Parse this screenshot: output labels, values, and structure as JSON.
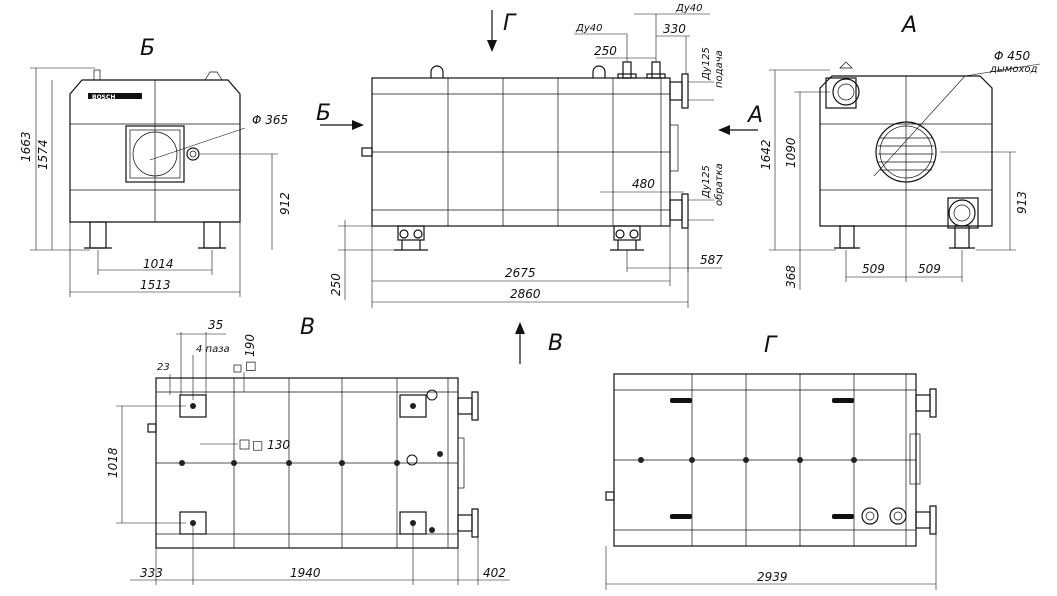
{
  "views": {
    "b": {
      "title": "Б",
      "dims": {
        "h_total": "1663",
        "h_body": "1574",
        "phi": "Φ 365",
        "h_axis": "912",
        "w_legs": "1014",
        "w_total": "1513"
      },
      "logo": "BOSCH"
    },
    "front": {
      "arrow_b": "Б",
      "arrow_g": "Г",
      "arrow_a": "А",
      "dims": {
        "du40_a": "Ду40",
        "du40_b": "Ду40",
        "d250": "250",
        "d330": "330",
        "du125_supply": "Ду125",
        "supply": "подача",
        "du125_return": "Ду125",
        "return": "обратка",
        "d480": "480",
        "d587": "587",
        "d250_h": "250",
        "d2675": "2675",
        "d2860": "2860"
      }
    },
    "a": {
      "title": "А",
      "dims": {
        "phi": "Φ 450",
        "chimney": "дымоход",
        "h_total": "1642",
        "h_upper": "1090",
        "h_lower": "913",
        "h_base": "368",
        "w_left": "509",
        "w_right": "509"
      }
    },
    "v": {
      "title": "В",
      "arrow": "В",
      "dims": {
        "d35": "35",
        "slots": "4 паза",
        "sq190": "□ 190",
        "d23": "23",
        "sq130": "□ 130",
        "d1018": "1018",
        "d333": "333",
        "d1940": "1940",
        "d402": "402"
      }
    },
    "g": {
      "title": "Г",
      "dims": {
        "d2939": "2939"
      }
    }
  }
}
